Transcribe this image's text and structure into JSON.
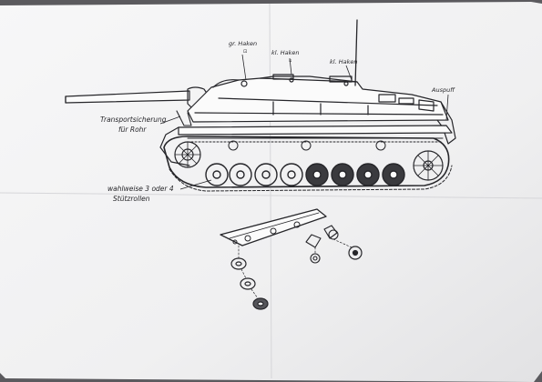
{
  "labels": {
    "gross_haken": "gr. Haken",
    "kl_haken_1": "kl. Haken",
    "kl_haken_2": "kl. Haken",
    "auspuff": "Auspuff",
    "transport_1": "Transportsicherung",
    "transport_2": "für Rohr",
    "wahl_1": "wahlweise 3 oder 4",
    "wahl_2": "Stützrollen"
  },
  "colors": {
    "paper": "#f4f4f4",
    "ink": "#26262a",
    "background": "#5b5a5e"
  }
}
